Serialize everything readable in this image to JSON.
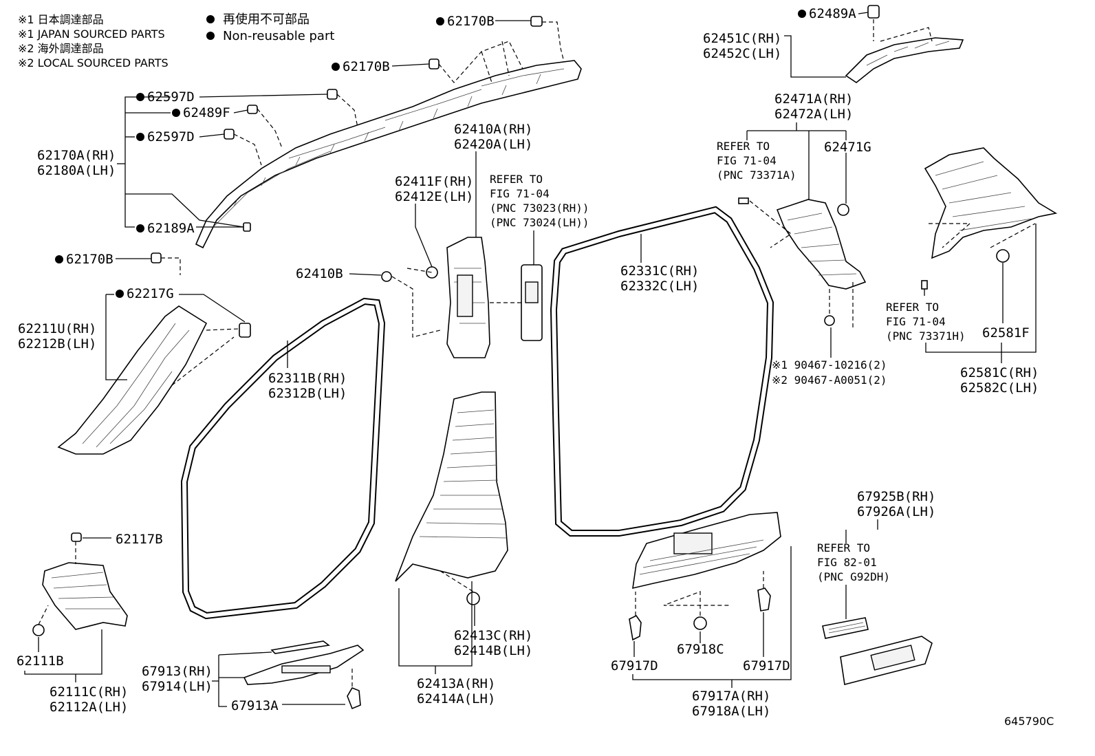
{
  "legend": {
    "l1": "※1 日本調達部品",
    "l2": "※1 JAPAN SOURCED PARTS",
    "l3": "※2 海外調達部品",
    "l4": "※2 LOCAL SOURCED PARTS",
    "n1": "再使用不可部品",
    "n2": "Non-reusable part"
  },
  "labels": {
    "p62170B_top": "62170B",
    "p62170B_mid": "62170B",
    "p62597D_a": "62597D",
    "p62489F": "62489F",
    "p62597D_b": "62597D",
    "p62170A": "62170A(RH)",
    "p62180A": "62180A(LH)",
    "p62189A": "62189A",
    "p62170B_left": "62170B",
    "p62217G": "62217G",
    "p62211U": "62211U(RH)",
    "p62212B": "62212B(LH)",
    "p62410A": "62410A(RH)",
    "p62420A": "62420A(LH)",
    "p62411F": "62411F(RH)",
    "p62412E": "62412E(LH)",
    "ref1_l1": "REFER TO",
    "ref1_l2": "FIG 71-04",
    "ref1_l3": "(PNC 73023(RH))",
    "ref1_l4": "(PNC 73024(LH))",
    "p62410B": "62410B",
    "p62311B": "62311B(RH)",
    "p62312B": "62312B(LH)",
    "p62331C": "62331C(RH)",
    "p62332C": "62332C(LH)",
    "p62489A": "62489A",
    "p62451C": "62451C(RH)",
    "p62452C": "62452C(LH)",
    "p62471A": "62471A(RH)",
    "p62472A": "62472A(LH)",
    "ref2_l1": "REFER TO",
    "ref2_l2": "FIG 71-04",
    "ref2_l3": "(PNC 73371A)",
    "p62471G": "62471G",
    "p90467_1": "※1 90467-10216(2)",
    "p90467_2": "※2 90467-A0051(2)",
    "ref3_l1": "REFER TO",
    "ref3_l2": "FIG 71-04",
    "ref3_l3": "(PNC 73371H)",
    "p62581F": "62581F",
    "p62581C": "62581C(RH)",
    "p62582C": "62582C(LH)",
    "p62117B": "62117B",
    "p62111B": "62111B",
    "p62111C": "62111C(RH)",
    "p62112A": "62112A(LH)",
    "p67913": "67913(RH)",
    "p67914": "67914(LH)",
    "p67913A": "67913A",
    "p62413C": "62413C(RH)",
    "p62414B": "62414B(LH)",
    "p62413A": "62413A(RH)",
    "p62414A": "62414A(LH)",
    "p67917D_a": "67917D",
    "p67918C": "67918C",
    "p67917D_b": "67917D",
    "p67917A": "67917A(RH)",
    "p67918A": "67918A(LH)",
    "p67925B": "67925B(RH)",
    "p67926A": "67926A(LH)",
    "ref4_l1": "REFER TO",
    "ref4_l2": "FIG 82-01",
    "ref4_l3": "(PNC G92DH)"
  },
  "figure_id": "645790C"
}
